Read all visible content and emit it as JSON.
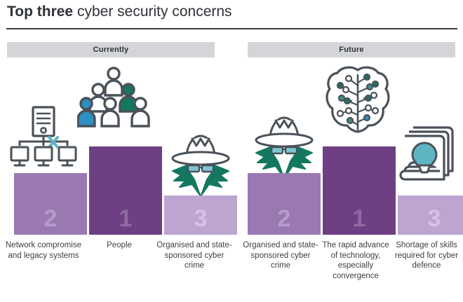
{
  "title": {
    "bold_part": "Top three",
    "rest_part": " cyber security concerns"
  },
  "columns": [
    {
      "id": "currently",
      "header": "Currently"
    },
    {
      "id": "future",
      "header": "Future"
    }
  ],
  "colors": {
    "rank1_bar": "#6e4083",
    "rank2_bar": "#9a79b3",
    "rank3_bar": "#bda5d2",
    "header_bar": "#d4d5d9",
    "text": "#3c4043",
    "icon_outline": "#4a5159",
    "accent_teal": "#13785f",
    "accent_blue": "#2d8fc4",
    "accent_light_teal": "#5fb4c4"
  },
  "chart_data": {
    "type": "bar",
    "title": "Top three cyber security concerns",
    "groups": [
      {
        "name": "Currently",
        "categories": [
          "Network compromise and legacy systems",
          "People",
          "Organised and state-sponsored cyber crime"
        ],
        "ranks": [
          2,
          1,
          3
        ],
        "values": [
          2,
          3,
          1
        ],
        "icons": [
          "network-computers-icon",
          "people-group-icon",
          "spy-hacker-icon"
        ]
      },
      {
        "name": "Future",
        "categories": [
          "Organised and state-sponsored cyber crime",
          "The rapid advance of technology, especially convergence",
          "Shortage of skills required for cyber defence"
        ],
        "ranks": [
          2,
          1,
          3
        ],
        "values": [
          2,
          3,
          1
        ],
        "icons": [
          "spy-hacker-icon",
          "ai-brain-icon",
          "books-lightbulb-icon"
        ]
      }
    ],
    "xlabel": "",
    "ylabel": "",
    "grid": false,
    "legend": "none"
  },
  "currently": {
    "bars": [
      {
        "rank": "2",
        "label": "Network compromise and legacy systems"
      },
      {
        "rank": "1",
        "label": "People"
      },
      {
        "rank": "3",
        "label": "Organised and state-sponsored cyber crime"
      }
    ]
  },
  "future": {
    "bars": [
      {
        "rank": "2",
        "label": "Organised and state-sponsored cyber crime"
      },
      {
        "rank": "1",
        "label": "The rapid advance of technology, especially convergence"
      },
      {
        "rank": "3",
        "label": "Shortage of skills required for cyber defence"
      }
    ]
  }
}
